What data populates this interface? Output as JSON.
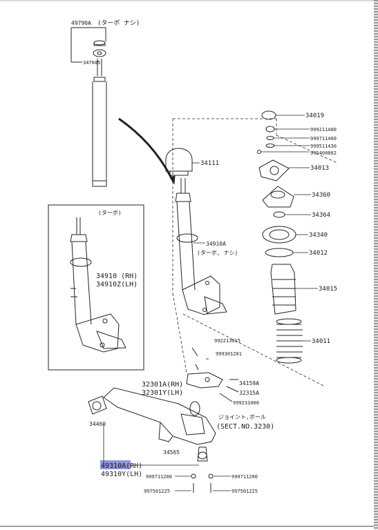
{
  "labels": {
    "p49790A": "49790A",
    "p49790A_note": "(ターボ ナシ)",
    "p347605": "347605",
    "p34019": "34019",
    "p999211400": "999211400",
    "p999711400": "999711400",
    "p999511430": "999511430",
    "p995400802": "995400802",
    "p34111": "34111",
    "p34013": "34013",
    "p34360": "34360",
    "p34364": "34364",
    "p34340": "34340",
    "p34012": "34012",
    "p34015": "34015",
    "p34011": "34011",
    "inset_note": "(ターボ)",
    "p34910": "34910 (RH)",
    "p34910Z": "34910Z(LH)",
    "p34910A": "34910A",
    "p34910A_note": "(ターボ, ナシ)",
    "p992213015": "992213015",
    "p999301201": "999301201",
    "p32301A": "32301A(RH)",
    "p32301Y": "32301Y(LH)",
    "p34159A": "34159A",
    "p32315A": "32315A",
    "p999231000": "999231000",
    "joint_note": "ジョイント,ボール",
    "sect_ref": "(SECT.NO.3230)",
    "p34460": "34460",
    "p34565": "34565",
    "p49310A": "49310A(RH)",
    "p49310Y": "49310Y(LH)",
    "p999711200_l": "999711200",
    "p999711200_r": "999711200",
    "p997501225_l": "997501225",
    "p997501225_r": "997501225"
  },
  "highlight_color": "#8f96d9"
}
